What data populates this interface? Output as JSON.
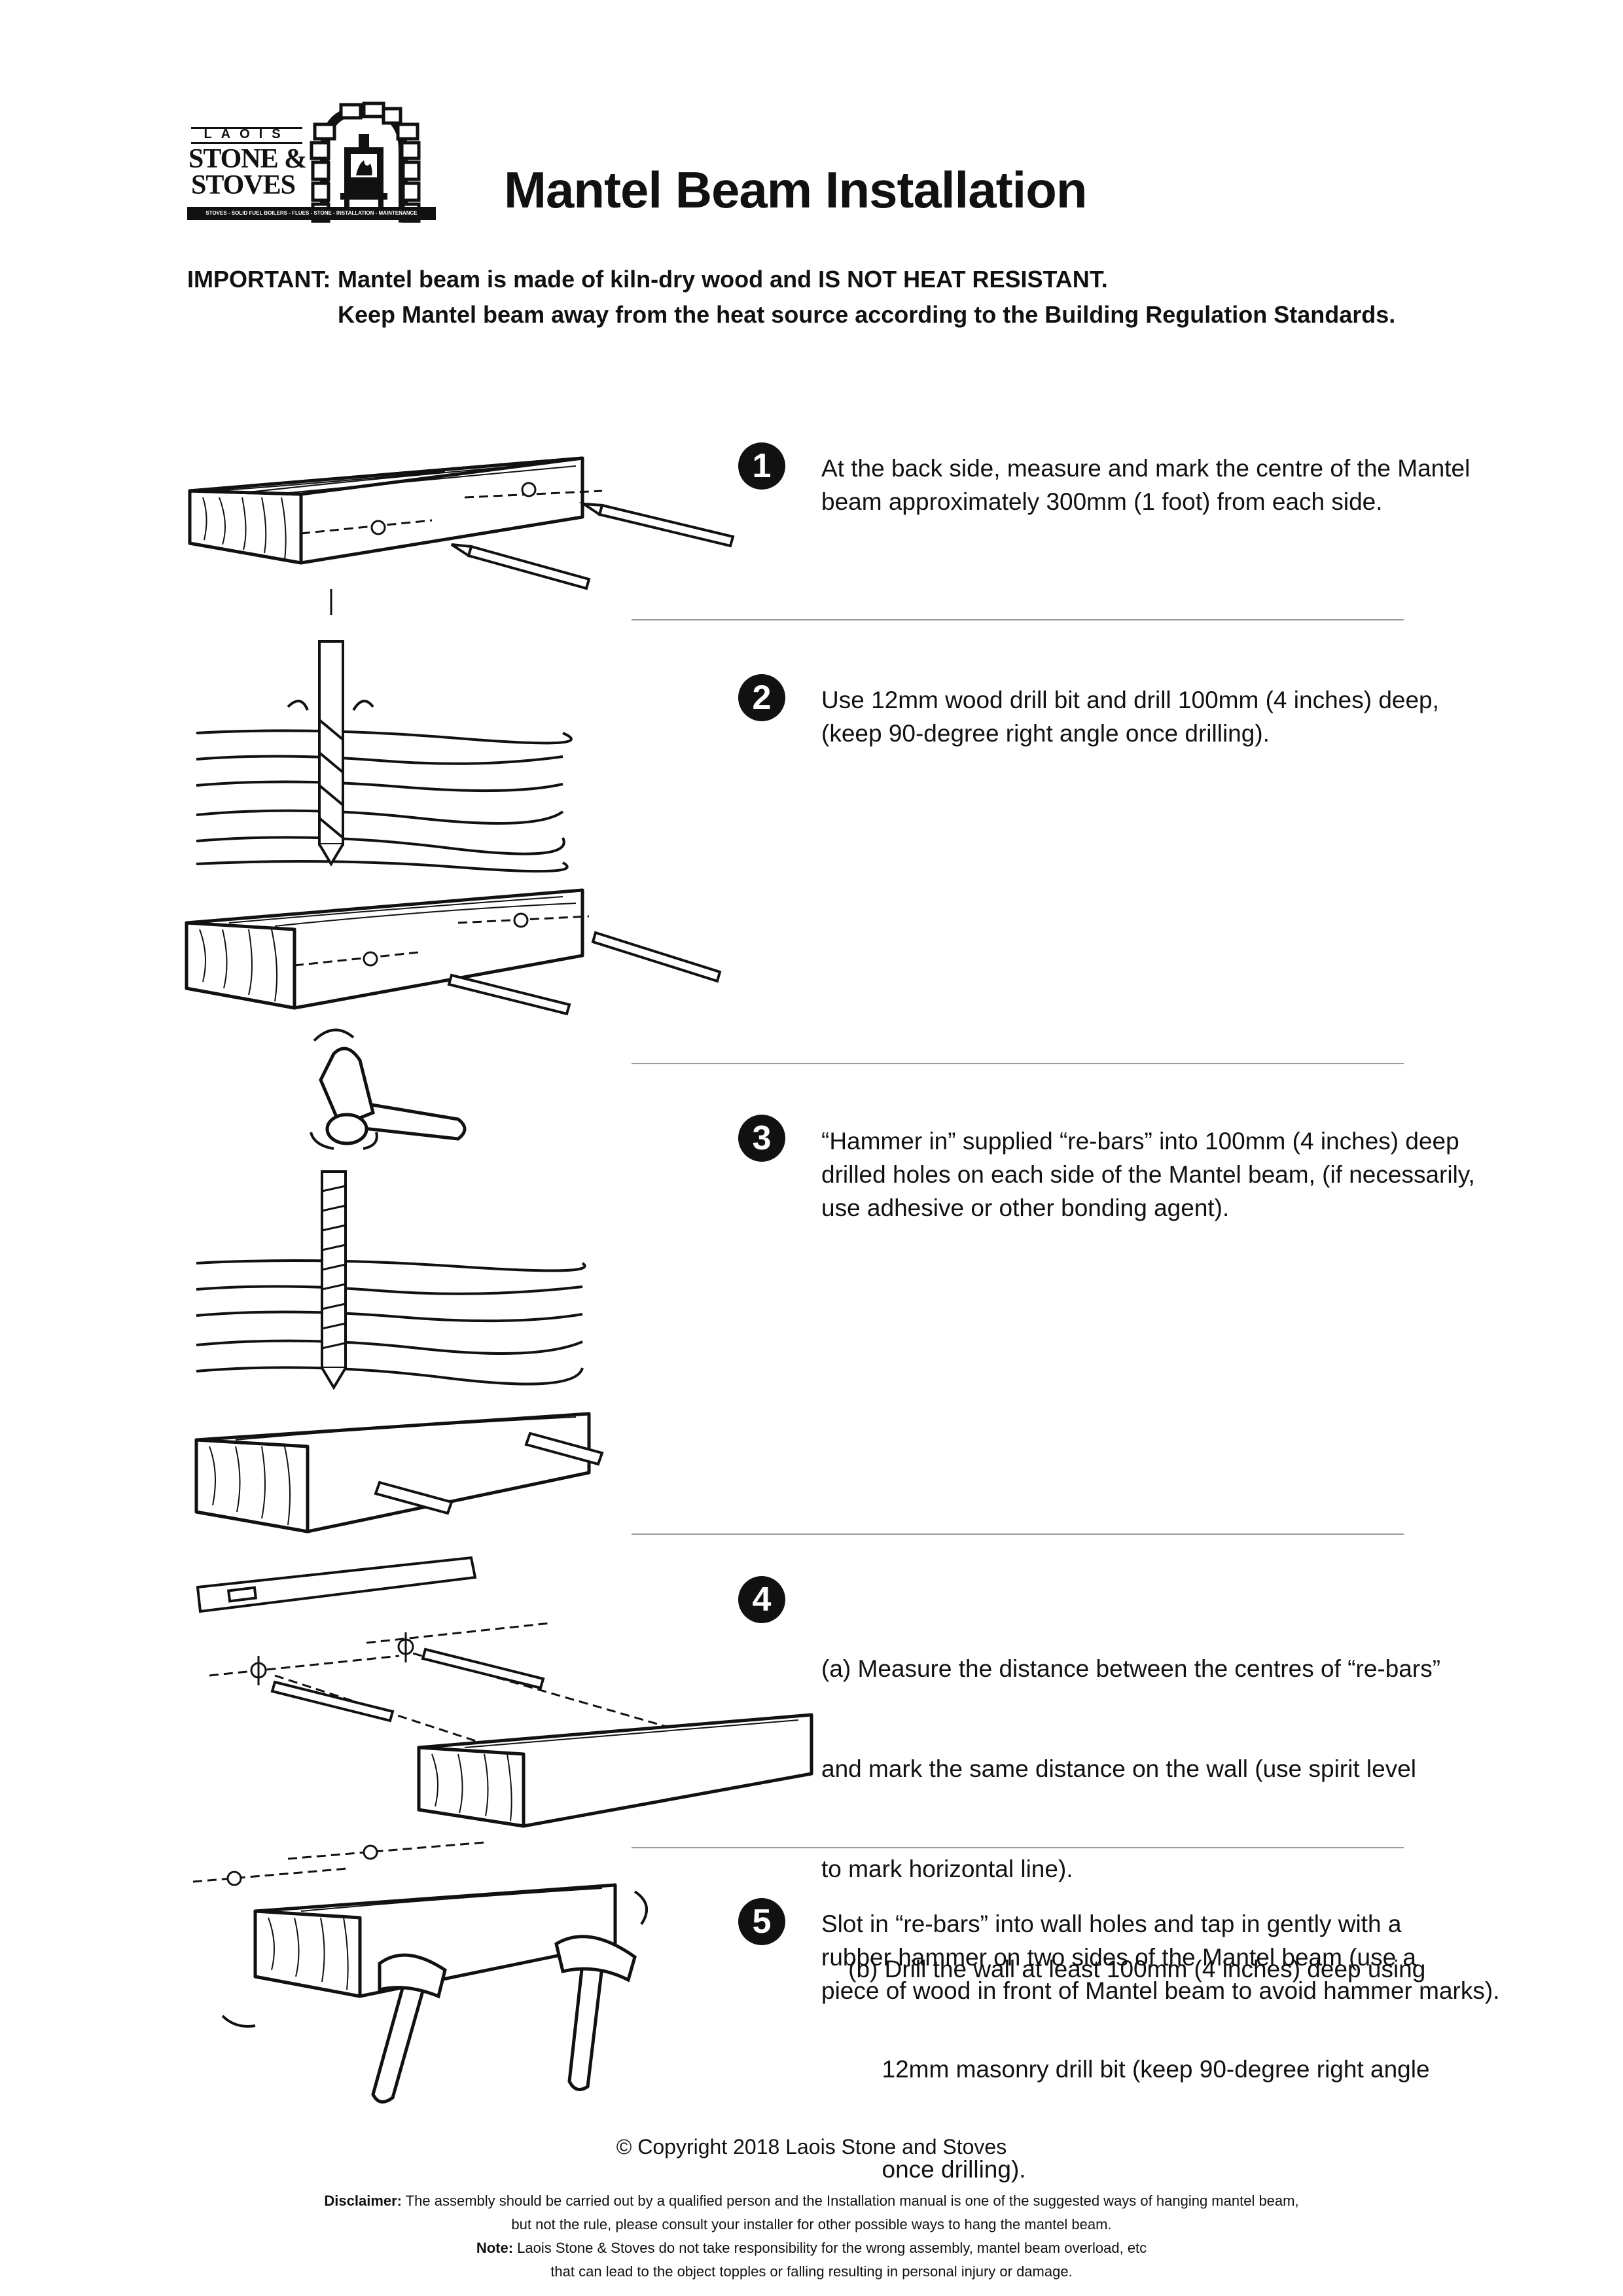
{
  "logo": {
    "top_text": "LAOIS",
    "line1": "STONE &",
    "line2": "STOVES",
    "tagline": "STOVES - SOLID FUEL BOILERS - FLUES - STONE - INSTALLATION - MAINTENANCE"
  },
  "title": "Mantel Beam Installation",
  "important": {
    "label": "IMPORTANT:",
    "line1": "Mantel beam is made of kiln-dry wood and IS NOT HEAT RESISTANT.",
    "line2": "Keep Mantel beam away from the heat source according to the Building Regulation Standards."
  },
  "steps": [
    {
      "number": "1",
      "lines": [
        "At the back side, measure and mark the centre of  the Mantel",
        "beam approximately 300mm (1 foot) from each side."
      ]
    },
    {
      "number": "2",
      "lines": [
        "Use 12mm wood drill bit and drill 100mm (4 inches) deep,",
        "(keep 90-degree right angle once drilling)."
      ]
    },
    {
      "number": "3",
      "lines": [
        "“Hammer in” supplied “re-bars” into 100mm (4 inches) deep",
        "drilled holes on each side of the Mantel beam, (if necessarily,",
        "use adhesive or other bonding agent)."
      ]
    },
    {
      "number": "4",
      "lines": [
        "(a) Measure the distance between the centres of “re-bars”",
        "and mark the same distance on the wall (use spirit level",
        "to mark horizontal line).",
        "    (b) Drill the wall at least 100mm (4 inches) deep using",
        "         12mm masonry drill bit (keep 90-degree right angle",
        "         once drilling)."
      ]
    },
    {
      "number": "5",
      "lines": [
        "Slot in “re-bars” into wall holes and  tap in gently with a",
        "rubber hammer on two sides of the Mantel beam (use a",
        "piece of wood in front of Mantel beam to avoid hammer marks)."
      ]
    }
  ],
  "copyright": "© Copyright 2018 Laois Stone and Stoves",
  "disclaimer": {
    "label": "Disclaimer:",
    "line1": "The assembly should be carried out by a qualified person and the Installation manual is one of the suggested ways of hanging mantel beam,",
    "line2": "but not the rule, please consult your installer for other possible ways to hang the mantel beam.",
    "note_label": "Note:",
    "line3": "Laois Stone & Stoves do not take responsibility for the wrong assembly, mantel beam overload, etc",
    "line4": "that can lead to the object topples or falling resulting in personal injury or damage."
  },
  "icons": {
    "step1": "beam-with-pencils-illustration",
    "step2": "drill-bit-in-wood-illustration",
    "step3": "hammer-and-rebar-illustration",
    "step4": "spirit-level-and-drill-illustration",
    "step5": "mantel-on-wall-with-hammers-illustration"
  }
}
